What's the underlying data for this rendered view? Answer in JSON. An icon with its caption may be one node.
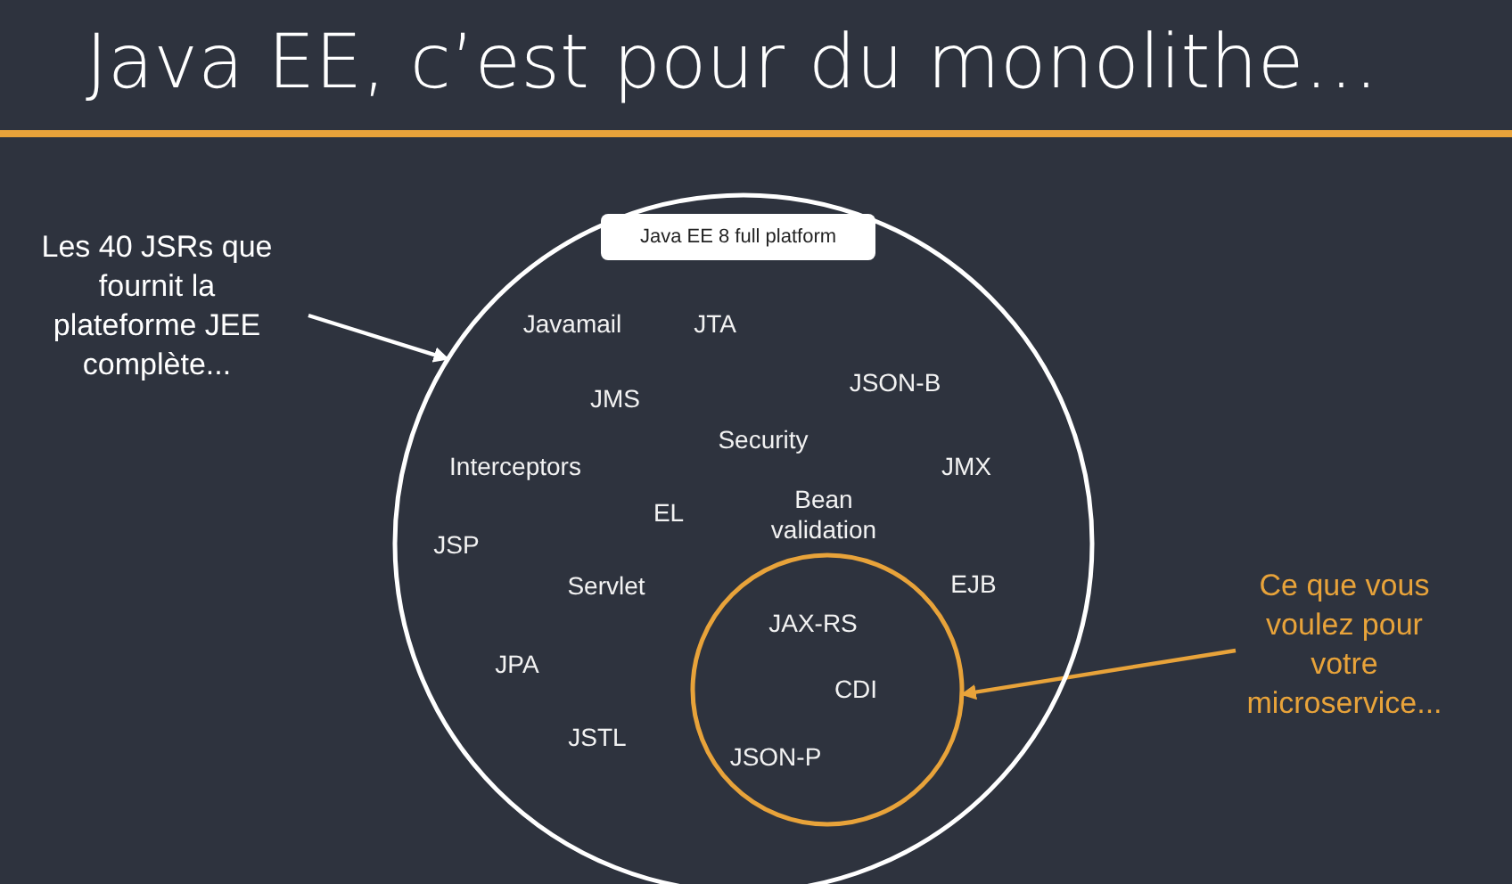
{
  "diagram": {
    "title": "Java EE, c’est pour du monolithe…",
    "nodes": [
      {
        "text": [
          "Javamail",
          "JTA",
          "JMS",
          "JSON-B",
          "Security",
          "Interceptors",
          "JMX",
          "EL",
          "Bean validation",
          "JSP",
          "Servlet",
          "EJB",
          "JPA",
          "JSTL"
        ]
      },
      {
        "text": [
          "Java EE 8 full platform"
        ],
        "in": 0
      },
      {
        "text": [
          "JAX-RS",
          "CDI",
          "JSON-P"
        ],
        "in": 0
      },
      {
        "text": [
          "Les 40 JSRs que fournit la plateforme JEE complète..."
        ]
      },
      {
        "text": [
          "Ce que vous voulez pour votre microservice..."
        ]
      }
    ],
    "edges": [
      {
        "from": 3,
        "to": 0,
        "arrow": "to"
      },
      {
        "from": 4,
        "to": 2,
        "arrow": "to",
        "color": "#e8a33a"
      }
    ]
  }
}
